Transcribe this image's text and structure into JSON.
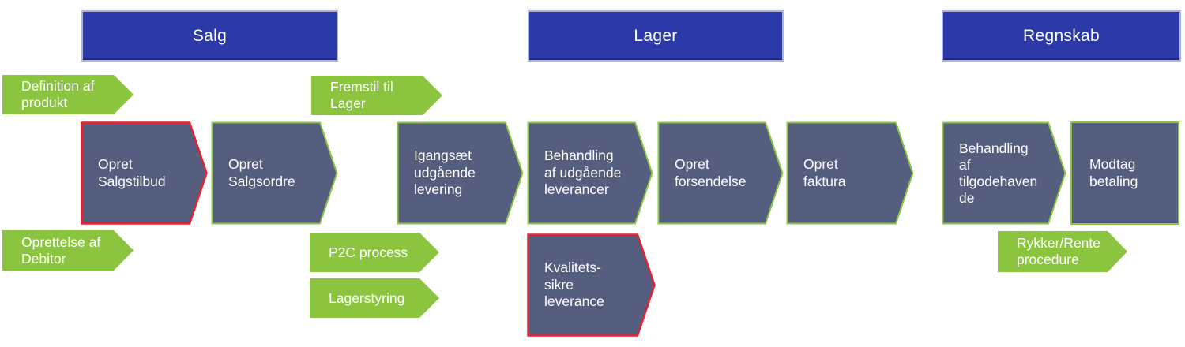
{
  "colors": {
    "header_blue": "#2b3aa8",
    "header_border": "#a9b2e2",
    "step_slate": "#555e7e",
    "accent_green": "#8bc53f",
    "alert_red": "#e8202d",
    "text_white": "#ffffff"
  },
  "headers": {
    "salg": "Salg",
    "lager": "Lager",
    "regnskab": "Regnskab"
  },
  "steps": {
    "definition_af_produkt": "Definition af\nprodukt",
    "fremstil_til_lager": "Fremstil til\nLager",
    "oprettelse_af_debitor": "Oprettelse af\nDebitor",
    "p2c_process": "P2C process",
    "lagerstyring": "Lagerstyring",
    "rykker_rente_procedure": "Rykker/Rente\nprocedure",
    "opret_salgstilbud": "Opret\nSalgstilbud",
    "opret_salgsordre": "Opret\nSalgsordre",
    "igangsaet_udgaende_levering": "Igangsæt\nudgående\nlevering",
    "behandling_af_udgaende_leverancer": "Behandling\naf udgående\nleverancer",
    "opret_forsendelse": "Opret\nforsendelse",
    "opret_faktura": "Opret\nfaktura",
    "behandling_af_tilgodehavende": "Behandling\naf\ntilgodehaven\nde",
    "modtag_betaling": "Modtag\nbetaling",
    "kvalitets_sikre_leverance": "Kvalitets-\nsikre\nleverance"
  }
}
